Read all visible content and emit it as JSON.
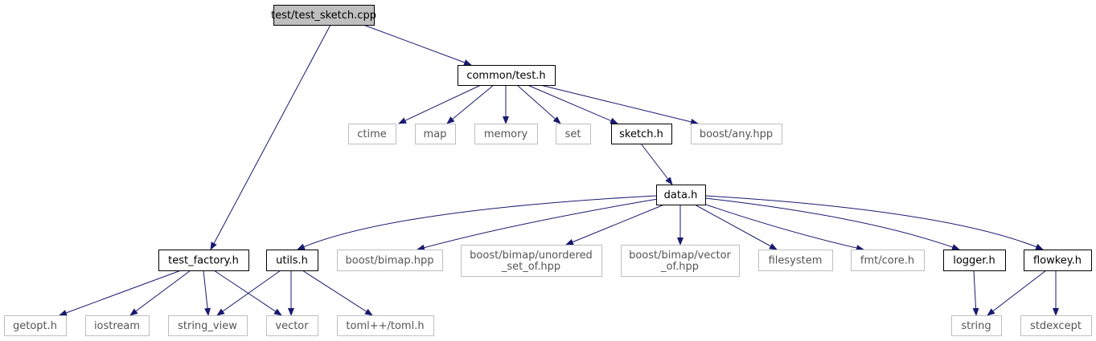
{
  "graph": {
    "colors": {
      "edge": "#191970",
      "root_fill": "#bfbfbf",
      "local_border": "#000000",
      "system_border": "#bfbfbf"
    },
    "nodes": [
      {
        "id": "test_sketch",
        "label": [
          "test/test_sketch.cpp"
        ],
        "kind": "root"
      },
      {
        "id": "common_test",
        "label": [
          "common/test.h"
        ],
        "kind": "local"
      },
      {
        "id": "ctime",
        "label": [
          "ctime"
        ],
        "kind": "system"
      },
      {
        "id": "map",
        "label": [
          "map"
        ],
        "kind": "system"
      },
      {
        "id": "memory",
        "label": [
          "memory"
        ],
        "kind": "system"
      },
      {
        "id": "set",
        "label": [
          "set"
        ],
        "kind": "system"
      },
      {
        "id": "sketch_h",
        "label": [
          "sketch.h"
        ],
        "kind": "local"
      },
      {
        "id": "boost_any",
        "label": [
          "boost/any.hpp"
        ],
        "kind": "system"
      },
      {
        "id": "data_h",
        "label": [
          "data.h"
        ],
        "kind": "local"
      },
      {
        "id": "test_factory",
        "label": [
          "test_factory.h"
        ],
        "kind": "local"
      },
      {
        "id": "utils_h",
        "label": [
          "utils.h"
        ],
        "kind": "local"
      },
      {
        "id": "boost_bimap",
        "label": [
          "boost/bimap.hpp"
        ],
        "kind": "system"
      },
      {
        "id": "bimap_unordered",
        "label": [
          "boost/bimap/unordered",
          "_set_of.hpp"
        ],
        "kind": "system"
      },
      {
        "id": "bimap_vector",
        "label": [
          "boost/bimap/vector",
          "_of.hpp"
        ],
        "kind": "system"
      },
      {
        "id": "filesystem",
        "label": [
          "filesystem"
        ],
        "kind": "system"
      },
      {
        "id": "fmt_core",
        "label": [
          "fmt/core.h"
        ],
        "kind": "system"
      },
      {
        "id": "logger_h",
        "label": [
          "logger.h"
        ],
        "kind": "local"
      },
      {
        "id": "flowkey_h",
        "label": [
          "flowkey.h"
        ],
        "kind": "local"
      },
      {
        "id": "getopt",
        "label": [
          "getopt.h"
        ],
        "kind": "system"
      },
      {
        "id": "iostream",
        "label": [
          "iostream"
        ],
        "kind": "system"
      },
      {
        "id": "string_view",
        "label": [
          "string_view"
        ],
        "kind": "system"
      },
      {
        "id": "vector",
        "label": [
          "vector"
        ],
        "kind": "system"
      },
      {
        "id": "toml",
        "label": [
          "toml++/toml.h"
        ],
        "kind": "system"
      },
      {
        "id": "string",
        "label": [
          "string"
        ],
        "kind": "system"
      },
      {
        "id": "stdexcept",
        "label": [
          "stdexcept"
        ],
        "kind": "system"
      }
    ],
    "edges": [
      [
        "test_sketch",
        "common_test"
      ],
      [
        "test_sketch",
        "test_factory"
      ],
      [
        "common_test",
        "ctime"
      ],
      [
        "common_test",
        "map"
      ],
      [
        "common_test",
        "memory"
      ],
      [
        "common_test",
        "set"
      ],
      [
        "common_test",
        "sketch_h"
      ],
      [
        "common_test",
        "boost_any"
      ],
      [
        "sketch_h",
        "data_h"
      ],
      [
        "data_h",
        "utils_h"
      ],
      [
        "data_h",
        "boost_bimap"
      ],
      [
        "data_h",
        "bimap_unordered"
      ],
      [
        "data_h",
        "bimap_vector"
      ],
      [
        "data_h",
        "filesystem"
      ],
      [
        "data_h",
        "fmt_core"
      ],
      [
        "data_h",
        "logger_h"
      ],
      [
        "data_h",
        "flowkey_h"
      ],
      [
        "test_factory",
        "getopt"
      ],
      [
        "test_factory",
        "iostream"
      ],
      [
        "test_factory",
        "string_view"
      ],
      [
        "test_factory",
        "vector"
      ],
      [
        "utils_h",
        "string_view"
      ],
      [
        "utils_h",
        "vector"
      ],
      [
        "utils_h",
        "toml"
      ],
      [
        "logger_h",
        "string"
      ],
      [
        "flowkey_h",
        "string"
      ],
      [
        "flowkey_h",
        "stdexcept"
      ]
    ]
  }
}
